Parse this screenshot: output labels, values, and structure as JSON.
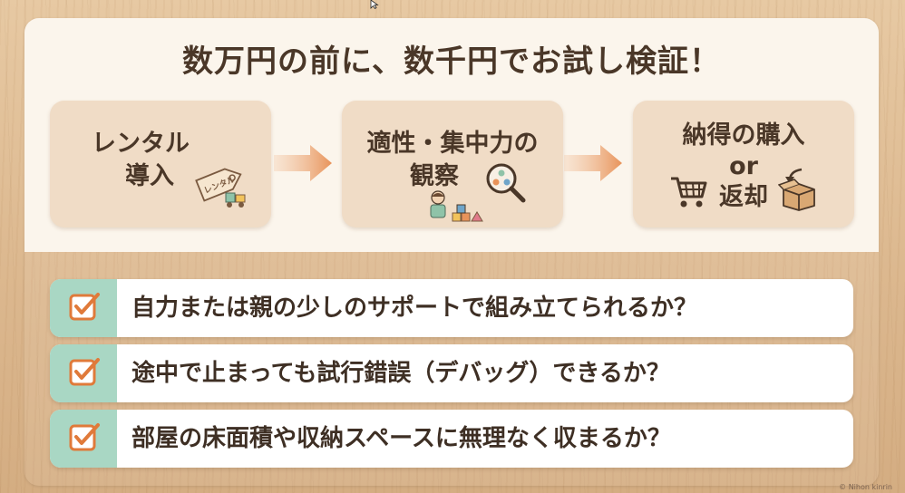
{
  "title": "数万円の前に、数千円でお試し検証！",
  "steps": [
    {
      "lines": [
        "レンタル",
        "導入"
      ],
      "tag_text": "レンタル",
      "icon": "rental-tag-icon"
    },
    {
      "lines": [
        "適性・集中力の",
        "観察"
      ],
      "icon": "magnifier-blocks-icon"
    },
    {
      "lines": [
        "納得の購入",
        "or",
        "返却"
      ],
      "icon": "cart-return-box-icon"
    }
  ],
  "checklist": [
    "自力または親の少しのサポートで組み立てられるか？",
    "途中で止まっても試行錯誤（デバッグ）できるか？",
    "部屋の床面積や収納スペースに無理なく収まるか？"
  ],
  "credit": "© Nihon kinrin",
  "colors": {
    "title": "#4a3728",
    "card": "#f0dcc6",
    "arrow": "#e8935a",
    "check_tab": "#a9d7c4",
    "check_mark": "#e07a3a"
  }
}
